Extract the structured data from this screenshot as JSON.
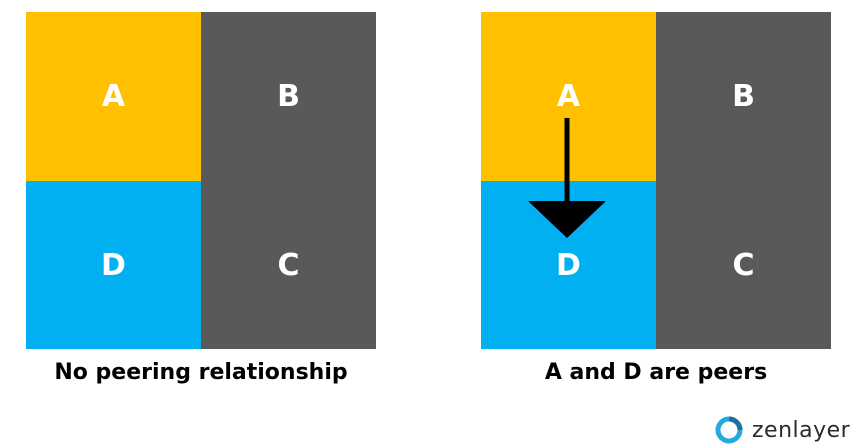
{
  "colors": {
    "a": "#ffc000",
    "d": "#00b0f0",
    "bc": "#595959",
    "arrow": "#000000",
    "logo_ring": "#29a8e0"
  },
  "left_panel": {
    "labels": {
      "a": "A",
      "b": "B",
      "c": "C",
      "d": "D"
    },
    "caption": "No peering relationship"
  },
  "right_panel": {
    "labels": {
      "a": "A",
      "b": "B",
      "c": "C",
      "d": "D"
    },
    "caption": "A and D are peers"
  },
  "logo": {
    "text": "zenlayer",
    "icon": "zenlayer-logo-icon"
  }
}
